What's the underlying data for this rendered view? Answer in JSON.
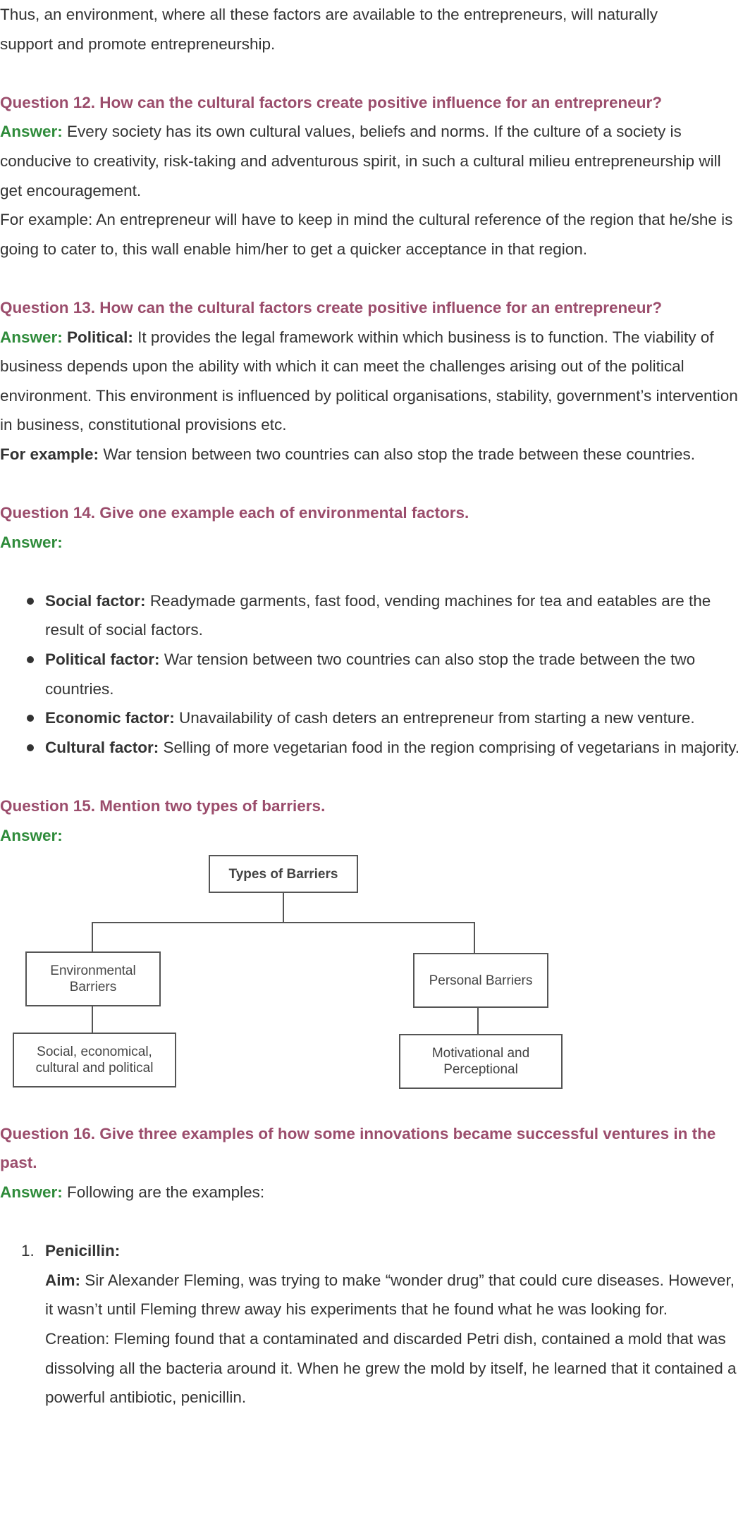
{
  "intro": {
    "line1": "Thus, an environment, where all these factors are available to the entrepreneurs, will naturally",
    "line2": "support and promote entrepreneurship."
  },
  "q12": {
    "question": "Question 12. How can the cultural factors create positive influence for an entrepreneur?",
    "answer_label": "Answer:",
    "answer_text": "Every society has its own cultural values, beliefs and norms. If the culture of a society is conducive to creativity, risk-taking and adventurous spirit, in such a cultural milieu entrepreneurship will get encouragement.",
    "example": "For example: An entrepreneur will have to keep in mind the cultural reference of the region that he/she is going to cater to, this wall enable him/her to get a quicker acceptance in that region."
  },
  "q13": {
    "question": "Question 13. How can the cultural factors create positive influence for an entrepreneur?",
    "answer_label": "Answer:",
    "political_label": "Political:",
    "political_text": "It provides the legal framework within which business is to function. The viability of business depends upon the ability with which it can meet the challenges arising out of the political environment. This environment is influenced by political organisations, stability, government’s intervention in business, constitutional provisions etc.",
    "example_label": "For example:",
    "example_text": "War tension between two countries can also stop the trade between these countries."
  },
  "q14": {
    "question": "Question 14. Give one example each of environmental factors.",
    "answer_label": "Answer:",
    "items": [
      {
        "label": "Social factor:",
        "text": "Readymade garments, fast food, vending machines for tea and eatables are the result of social factors."
      },
      {
        "label": "Political factor:",
        "text": "War tension between two countries can also stop the trade between the two countries."
      },
      {
        "label": "Economic factor:",
        "text": "Unavailability of cash deters an entrepreneur from starting a new venture."
      },
      {
        "label": "Cultural factor:",
        "text": "Selling of more vegetarian food in the region comprising of vegetarians in majority."
      }
    ]
  },
  "q15": {
    "question": "Question 15. Mention two types of barriers.",
    "answer_label": "Answer:",
    "diagram": {
      "root": "Types of Barriers",
      "left": {
        "title": "Environmental Barriers",
        "child": "Social, economical, cultural and political"
      },
      "right": {
        "title": "Personal Barriers",
        "child": "Motivational and Perceptional"
      }
    }
  },
  "q16": {
    "question": "Question 16. Give three examples of how some innovations became successful ventures in the past.",
    "answer_label": "Answer:",
    "answer_text": "Following are the examples:",
    "items": [
      {
        "num": "1.",
        "title": "Penicillin:",
        "aim_label": "Aim:",
        "aim_text": "Sir Alexander Fleming, was trying to make “wonder drug” that could cure diseases. However, it wasn’t until Fleming threw away his experiments that he found what he was looking for.",
        "creation_text": "Creation: Fleming found that a contaminated and discarded Petri dish, contained a mold that was dissolving all the bacteria around it. When he grew the mold by itself, he learned that it contained a powerful antibiotic, penicillin."
      }
    ]
  }
}
